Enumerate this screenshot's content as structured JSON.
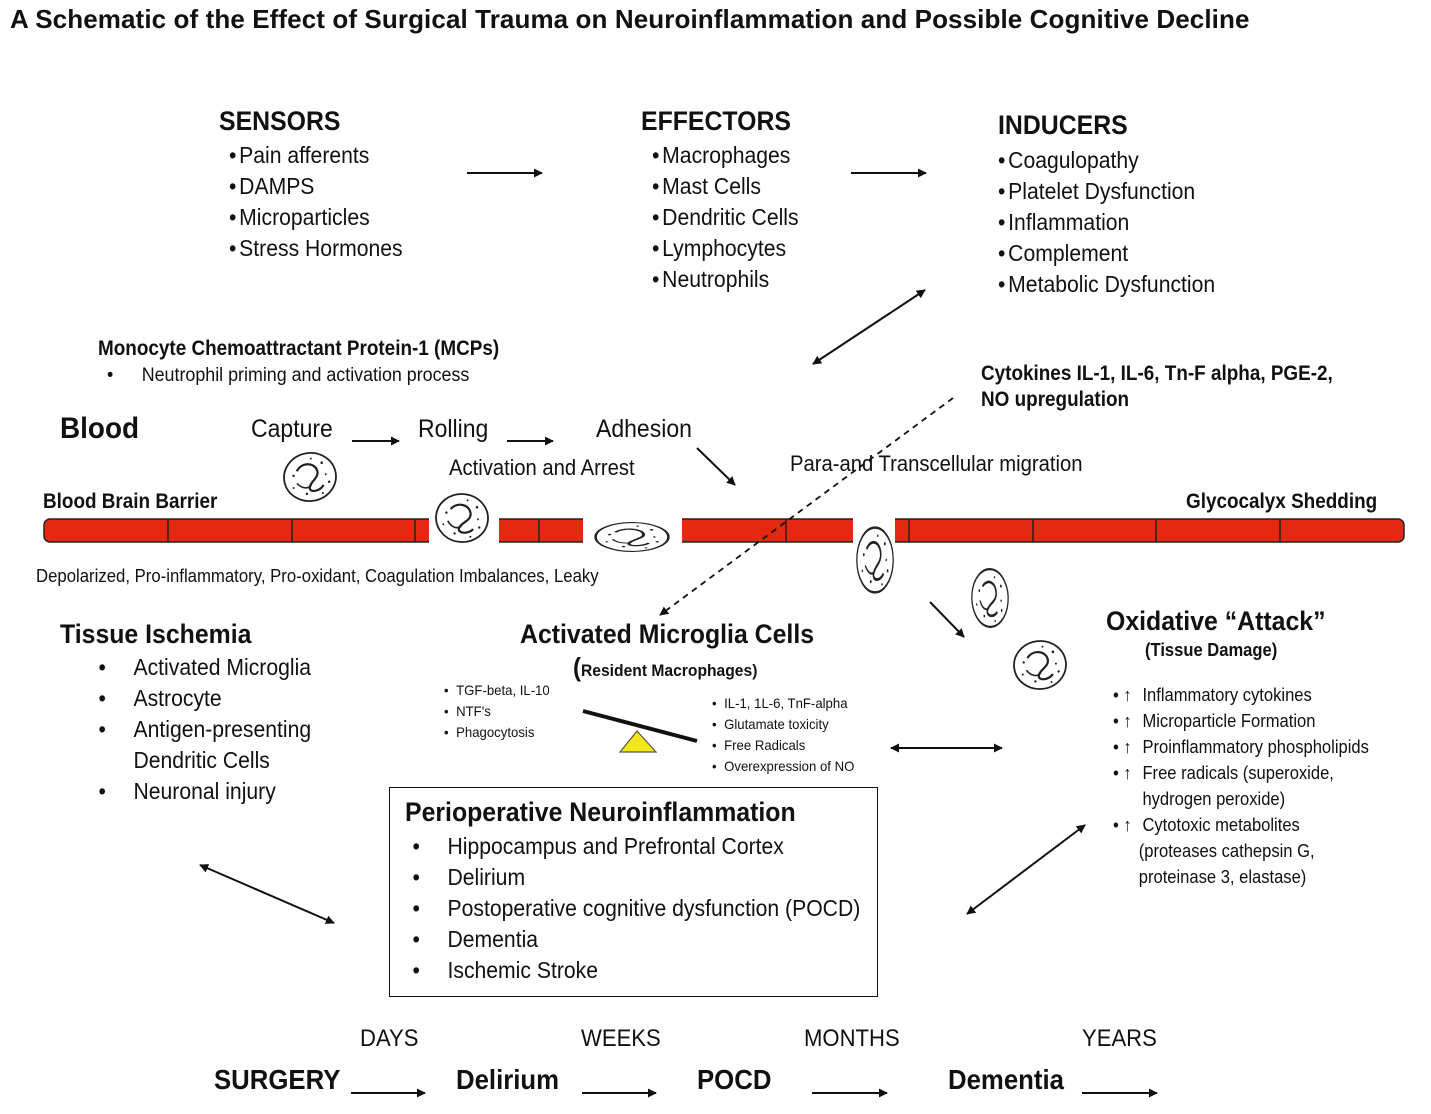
{
  "title": "A Schematic of the Effect of Surgical Trauma on Neuroinflammation and Possible Cognitive Decline",
  "sensors": {
    "heading": "SENSORS",
    "items": [
      "Pain afferents",
      "DAMPS",
      "Microparticles",
      "Stress Hormones"
    ]
  },
  "effectors": {
    "heading": "EFFECTORS",
    "items": [
      "Macrophages",
      "Mast Cells",
      "Dendritic Cells",
      "Lymphocytes",
      "Neutrophils"
    ]
  },
  "inducers": {
    "heading": "INDUCERS",
    "items": [
      "Coagulopathy",
      "Platelet Dysfunction",
      "Inflammation",
      "Complement",
      "Metabolic Dysfunction"
    ]
  },
  "mcp": {
    "heading": "Monocyte Chemoattractant Protein-1 (MCPs)",
    "item": "Neutrophil priming and activation process"
  },
  "cytokines": {
    "line1": "Cytokines IL-1, IL-6, Tn-F alpha, PGE-2,",
    "line2": "NO upregulation"
  },
  "blood": {
    "label": "Blood",
    "capture": "Capture",
    "rolling": "Rolling",
    "adhesion": "Adhesion",
    "activation": "Activation and Arrest",
    "migration": "Para-and Transcellular migration"
  },
  "barrier": {
    "left_label": "Blood Brain Barrier",
    "right_label": "Glycocalyx Shedding",
    "state": "Depolarized, Pro-inflammatory, Pro-oxidant, Coagulation Imbalances, Leaky",
    "color": "#e32a10"
  },
  "ischemia": {
    "heading": "Tissue Ischemia",
    "items": [
      "Activated Microglia",
      "Astrocyte",
      "Antigen-presenting Dendritic Cells",
      "Neuronal injury"
    ]
  },
  "microglia": {
    "heading": "Activated Microglia Cells",
    "sub_paren": "(",
    "sub": "Resident Macrophages)",
    "left_items": [
      "TGF-beta, IL-10",
      "NTF's",
      "Phagocytosis"
    ],
    "right_items": [
      "IL-1, 1L-6, TnF-alpha",
      "Glutamate toxicity",
      "Free Radicals",
      "Overexpression of NO"
    ],
    "fulcrum_color": "#f5e61c"
  },
  "oxidative": {
    "heading": "Oxidative “Attack”",
    "sub": "(Tissue Damage)",
    "marker": "• ↑",
    "items": [
      {
        "l1": "Inflammatory cytokines",
        "l2": ""
      },
      {
        "l1": "Microparticle Formation",
        "l2": ""
      },
      {
        "l1": "Proinflammatory phospholipids",
        "l2": ""
      },
      {
        "l1": "Free radicals (superoxide,",
        "l2": "hydrogen peroxide)"
      },
      {
        "l1": "Cytotoxic metabolites",
        "l2": "(proteases cathepsin G,",
        "l3": "proteinase 3, elastase)"
      }
    ]
  },
  "periop": {
    "heading": "Perioperative Neuroinflammation",
    "items": [
      "Hippocampus and Prefrontal Cortex",
      "Delirium",
      "Postoperative cognitive dysfunction (POCD)",
      "Dementia",
      "Ischemic Stroke"
    ]
  },
  "timeline": {
    "stages": [
      "SURGERY",
      "Delirium",
      "POCD",
      "Dementia"
    ],
    "intervals": [
      "DAYS",
      "WEEKS",
      "MONTHS",
      "YEARS"
    ]
  }
}
